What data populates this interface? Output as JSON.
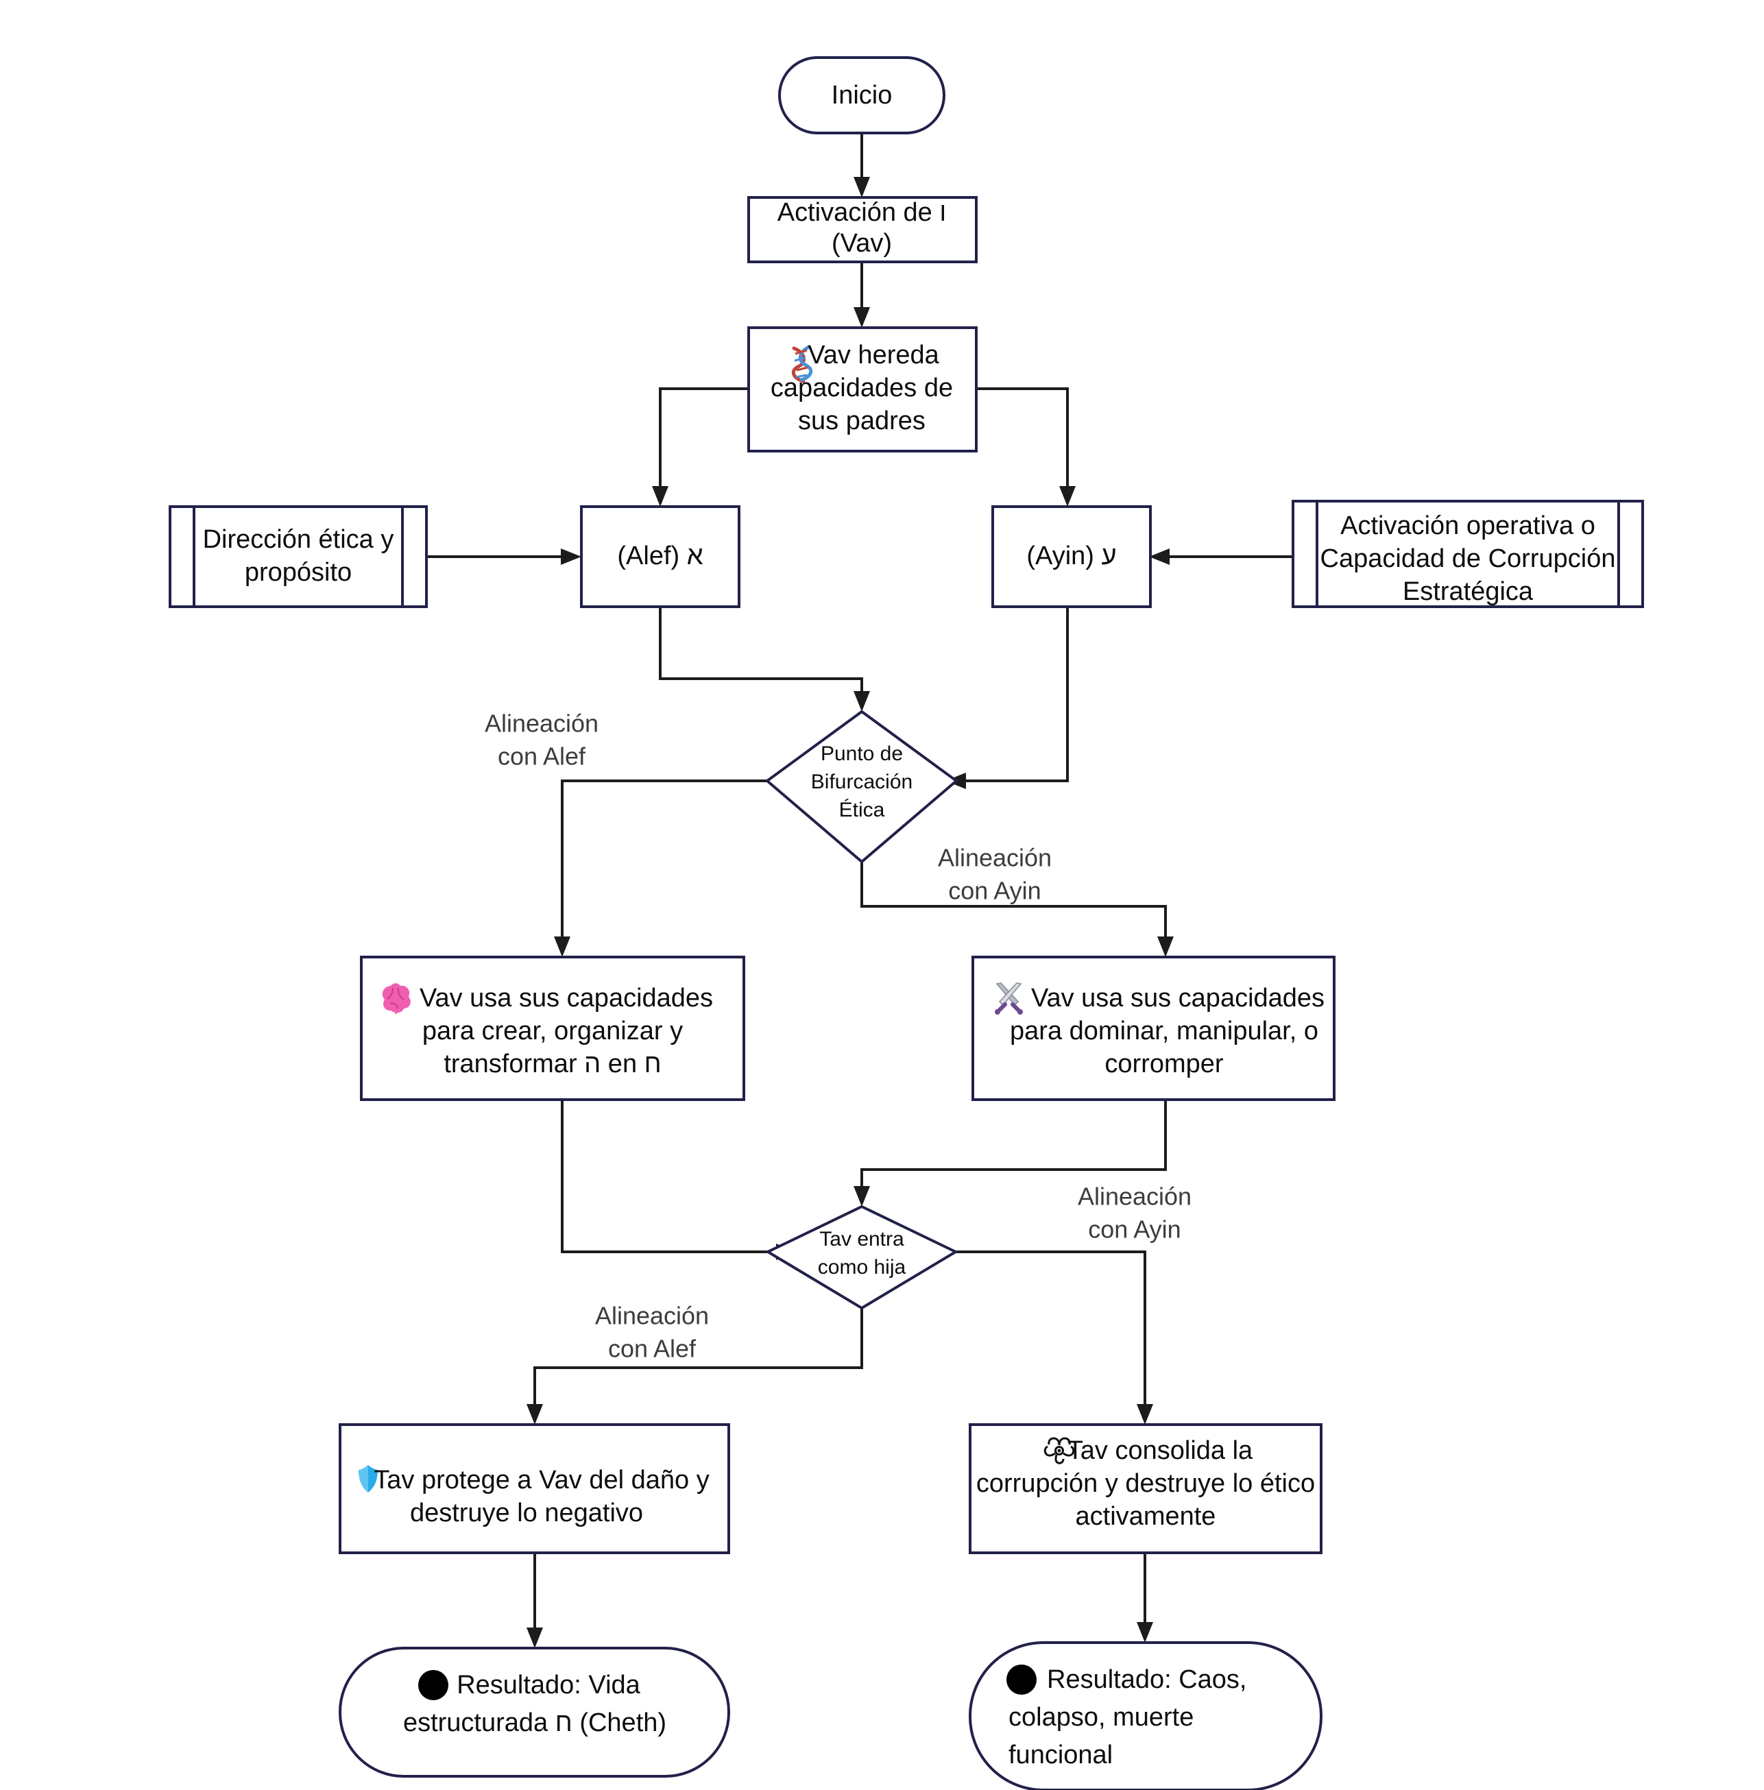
{
  "diagram": {
    "title": "Flujo de activacion de Vav (Alef / Ayin) y resultado de Tav",
    "stroke_color": "#21214a",
    "edge_color": "#1c1c1c",
    "edge_label_color": "#3c3c3c",
    "background": "#ffffff"
  },
  "nodes": {
    "start": {
      "label": "Inicio",
      "shape": "terminator"
    },
    "activacion": {
      "line1": "Activación de ו",
      "line2": "(Vav)",
      "shape": "process"
    },
    "hereda": {
      "icon": "dna-icon",
      "line1": "Vav hereda",
      "line2": "capacidades de",
      "line3": "sus padres",
      "shape": "process"
    },
    "alef": {
      "label": "(Alef) א",
      "shape": "process"
    },
    "ayin": {
      "label": "(Ayin) ע",
      "shape": "process"
    },
    "direccion_etica": {
      "line1": "Dirección ética y",
      "line2": "propósito",
      "shape": "subroutine"
    },
    "activacion_operativa": {
      "line1": "Activación operativa o",
      "line2": "Capacidad de Corrupción",
      "line3": "Estratégica",
      "shape": "subroutine"
    },
    "bifurcacion": {
      "line1": "Punto de",
      "line2": "Bifurcación",
      "line3": "Ética",
      "shape": "decision"
    },
    "vav_crear": {
      "icon": "brain-icon",
      "line1": "Vav usa sus capacidades",
      "line2": "para crear, organizar y",
      "line3": "transformar ה en ח",
      "shape": "process"
    },
    "vav_dominar": {
      "icon": "crossed-swords-icon",
      "line1": "Vav usa sus capacidades",
      "line2": "para dominar, manipular, o",
      "line3": "corromper",
      "shape": "process"
    },
    "tav_hija": {
      "line1": "Tav entra",
      "line2": "como hija",
      "shape": "decision"
    },
    "tav_protege": {
      "icon": "shield-icon",
      "line1": "Tav protege a Vav del daño y",
      "line2": "destruye lo negativo",
      "shape": "process"
    },
    "tav_consolida": {
      "icon": "biohazard-icon",
      "line1": "Tav consolida la",
      "line2": "corrupción y destruye lo ético",
      "line3": "activamente",
      "shape": "process"
    },
    "resultado_vida": {
      "icon": "black-circle-icon",
      "line1": "Resultado: Vida",
      "line2": "estructurada ח (Cheth)",
      "shape": "terminator"
    },
    "resultado_caos": {
      "icon": "black-circle-icon",
      "line1": "Resultado: Caos,",
      "line2": "colapso, muerte",
      "line3": "funcional",
      "shape": "terminator"
    }
  },
  "edge_labels": {
    "bif_alef_l1": "Alineación",
    "bif_alef_l2": "con Alef",
    "bif_ayin_l1": "Alineación",
    "bif_ayin_l2": "con Ayin",
    "tav_alef_l1": "Alineación",
    "tav_alef_l2": "con Alef",
    "tav_ayin_l1": "Alineación",
    "tav_ayin_l2": "con Ayin"
  }
}
